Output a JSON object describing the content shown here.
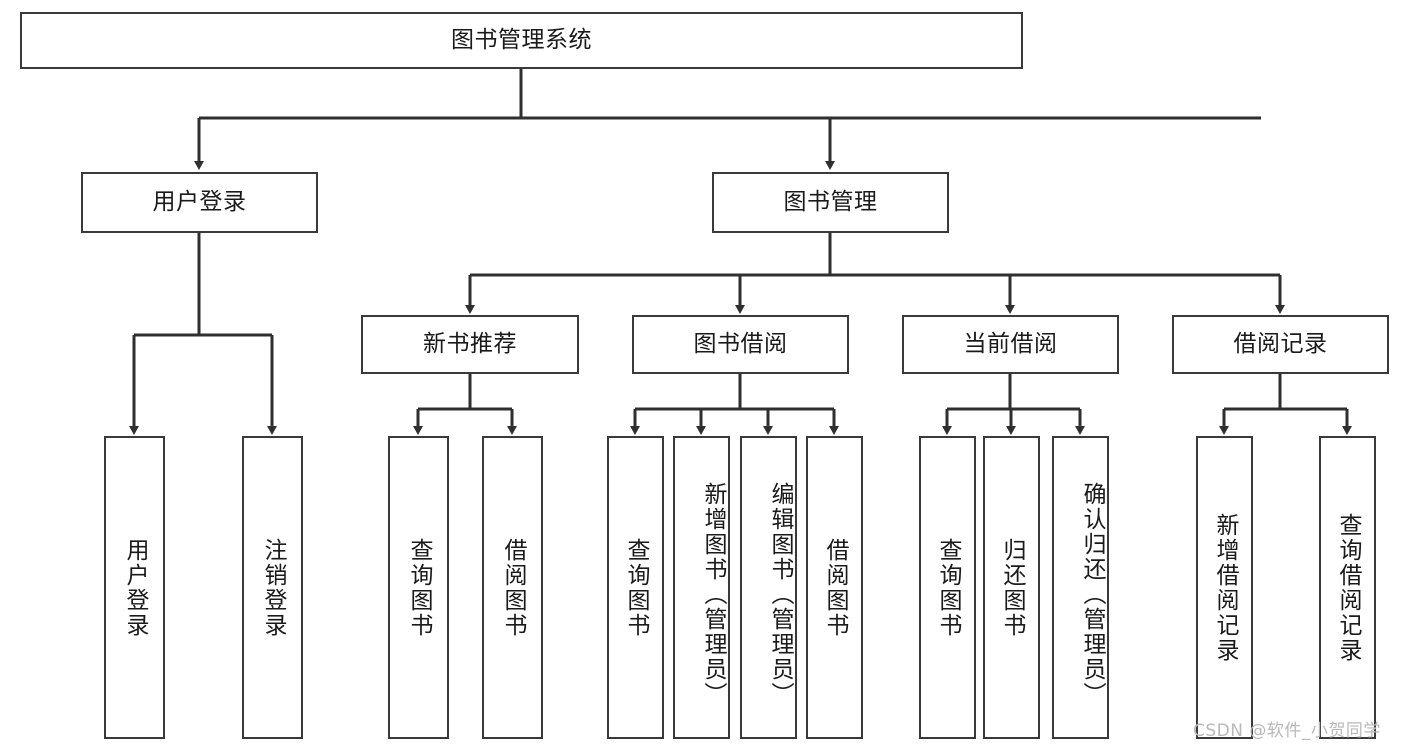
{
  "diagram": {
    "title": "图书管理系统",
    "type": "tree-hierarchy-chart",
    "colors": {
      "box_border": "#3a3a3a",
      "box_fill": "#ffffff",
      "edge": "#2f2f2f",
      "text": "#1a1a1a",
      "watermark": "#b9b9b9"
    },
    "root": {
      "label": "图书管理系统"
    },
    "level2": [
      {
        "label": "用户登录"
      },
      {
        "label": "图书管理"
      }
    ],
    "level3": [
      {
        "label": "新书推荐"
      },
      {
        "label": "图书借阅"
      },
      {
        "label": "当前借阅"
      },
      {
        "label": "借阅记录"
      }
    ],
    "leaves": {
      "user_login": [
        {
          "label": "用户登录"
        },
        {
          "label": "注销登录"
        }
      ],
      "new_book_recommend": [
        {
          "label": "查询图书"
        },
        {
          "label": "借阅图书"
        }
      ],
      "book_borrow": [
        {
          "label": "查询图书"
        },
        {
          "label": "新增图书（管理员）"
        },
        {
          "label": "编辑图书（管理员）"
        },
        {
          "label": "借阅图书"
        }
      ],
      "current_borrow": [
        {
          "label": "查询图书"
        },
        {
          "label": "归还图书"
        },
        {
          "label": "确认归还（管理员）"
        }
      ],
      "borrow_record": [
        {
          "label": "新增借阅记录"
        },
        {
          "label": "查询借阅记录"
        }
      ]
    }
  },
  "watermark": {
    "text": "CSDN @软件_小贺同学"
  }
}
